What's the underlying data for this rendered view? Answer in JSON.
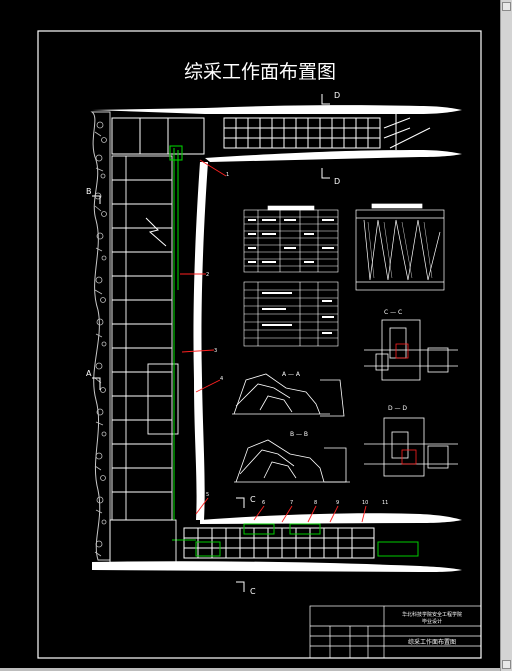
{
  "drawing": {
    "title": "综采工作面布置图",
    "colors": {
      "background": "#000000",
      "line": "#ffffff",
      "green": "#00cc00",
      "red": "#ff2020",
      "rock": "#c8c8c8"
    }
  },
  "section_labels": {
    "a_left": "A",
    "b_left": "B",
    "d_top": "D",
    "d_bottom": "D",
    "c_top": "C",
    "c_bottom": "C",
    "aa_view": "A — A",
    "bb_view": "B — B",
    "cc_view": "C — C",
    "dd_view": "D — D"
  },
  "callouts": [
    "1",
    "2",
    "3",
    "4",
    "5",
    "6",
    "7",
    "8",
    "9",
    "10",
    "11"
  ],
  "title_block": {
    "line1": "华北科技学院安全工程学院",
    "line2": "毕业设计",
    "drawing_name": "综采工作面布置图"
  },
  "window": {
    "scroll_up": "up-arrow",
    "scroll_down": "down-arrow"
  }
}
